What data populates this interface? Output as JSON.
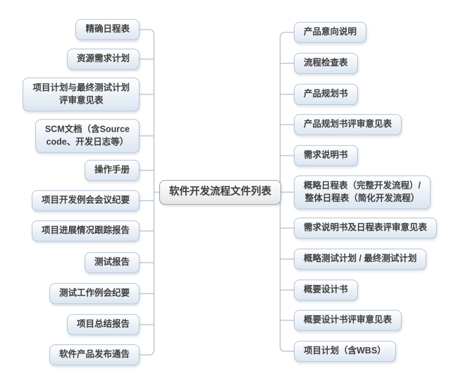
{
  "center": {
    "label": "软件开发流程文件列表"
  },
  "left_items": [
    {
      "label": "精确日程表"
    },
    {
      "label": "资源需求计划"
    },
    {
      "label": "项目计划与最终测试计划\n评审意见表"
    },
    {
      "label": "SCM文档（含Source\ncode、开发日志等）"
    },
    {
      "label": "操作手册"
    },
    {
      "label": "项目开发例会会议纪要"
    },
    {
      "label": "项目进展情况跟踪报告"
    },
    {
      "label": "测试报告"
    },
    {
      "label": "测试工作例会纪要"
    },
    {
      "label": "项目总结报告"
    },
    {
      "label": "软件产品发布通告"
    }
  ],
  "right_items": [
    {
      "label": "产品意向说明"
    },
    {
      "label": "流程检查表"
    },
    {
      "label": "产品规划书"
    },
    {
      "label": "产品规划书评审意见表"
    },
    {
      "label": "需求说明书"
    },
    {
      "label": "概略日程表（完整开发流程）/\n整体日程表（简化开发流程）"
    },
    {
      "label": "需求说明书及日程表评审意见表"
    },
    {
      "label": "概略测试计划 / 最终测试计划"
    },
    {
      "label": "概要设计书"
    },
    {
      "label": "概要设计书评审意见表"
    },
    {
      "label": "项目计划（含WBS）"
    }
  ],
  "colors": {
    "node_border": "#b7c4d4",
    "node_top": "#ffffff",
    "node_bottom": "#dbe5f1",
    "center_border": "#9ba2ab",
    "center_top": "#ffffff",
    "center_bottom": "#e6e6e6",
    "line": "#b3bfcc",
    "text": "#3d3d3d"
  }
}
